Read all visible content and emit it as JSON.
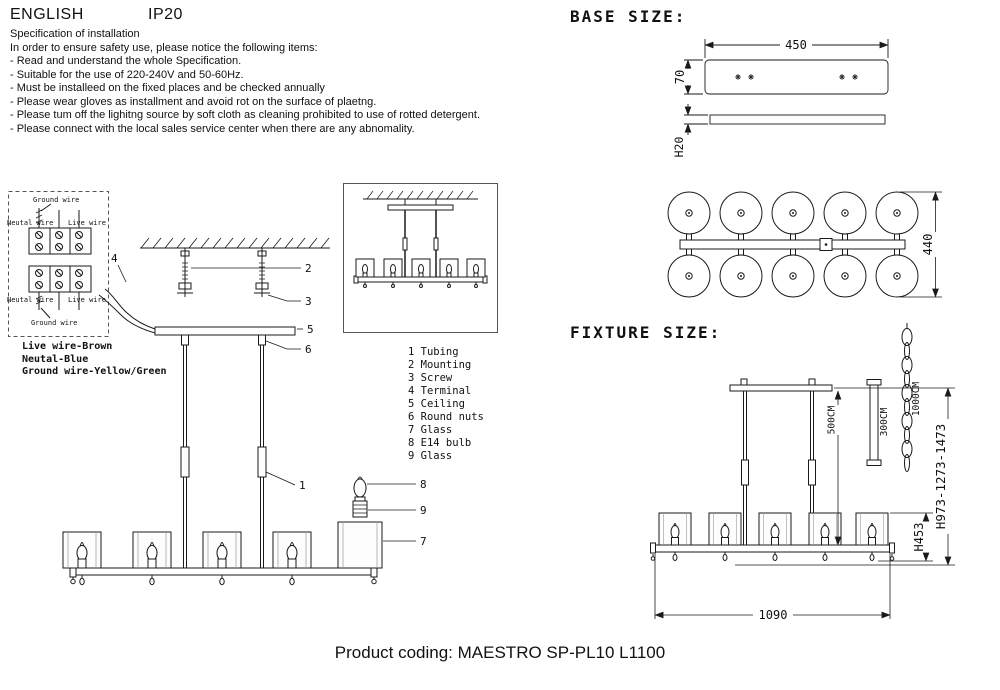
{
  "header": {
    "language": "ENGLISH",
    "ip_rating": "IP20"
  },
  "spec": {
    "title": "Specification of installation",
    "intro": "In order to ensure safety use, please notice the following items:",
    "items": [
      "- Read and understand the whole Specification.",
      "- Suitable for the use of 220-240V and 50-60Hz.",
      "- Must be installeed on the fixed places and be checked annually",
      "- Please wear gloves as installment and avoid rot on the surface of plaetng.",
      "- Please tum off the lighitng source by soft cloth as cleaning prohibited to use of rotted detergent.",
      "- Please connect with the local sales service center when there are any abnomality."
    ]
  },
  "wiring": {
    "top_label": "Ground wire",
    "row1_left": "Neutal wire",
    "row1_right": "Live wire",
    "row2_left": "Neutal wire",
    "row2_right": "Live wire",
    "bottom_label": "Ground wire",
    "legend": [
      "Live wire-Brown",
      "Neutal-Blue",
      "Ground wire-Yellow/Green"
    ]
  },
  "callouts": {
    "c1": "1",
    "c2": "2",
    "c3": "3",
    "c4": "4",
    "c5": "5",
    "c6": "6",
    "c7": "7",
    "c8": "8",
    "c9": "9"
  },
  "parts": [
    "1 Tubing",
    "2 Mounting",
    "3 Screw",
    "4 Terminal",
    "5 Ceiling",
    "6 Round nuts",
    "7 Glass",
    "8 E14 bulb",
    "9 Glass"
  ],
  "base_size": {
    "title": "BASE SIZE:",
    "width": "450",
    "height": "70",
    "thickness": "H20"
  },
  "top_view": {
    "depth": "440"
  },
  "fixture_size": {
    "title": "FIXTURE SIZE:",
    "rod_option_a": "500CM",
    "rod_option_b": "300CM",
    "chain_length": "1000CM",
    "body_height": "H453",
    "overall_height": "H973-1273-1473",
    "width": "1090"
  },
  "footer": {
    "product_coding": "Product coding: MAESTRO SP-PL10 L1100"
  }
}
